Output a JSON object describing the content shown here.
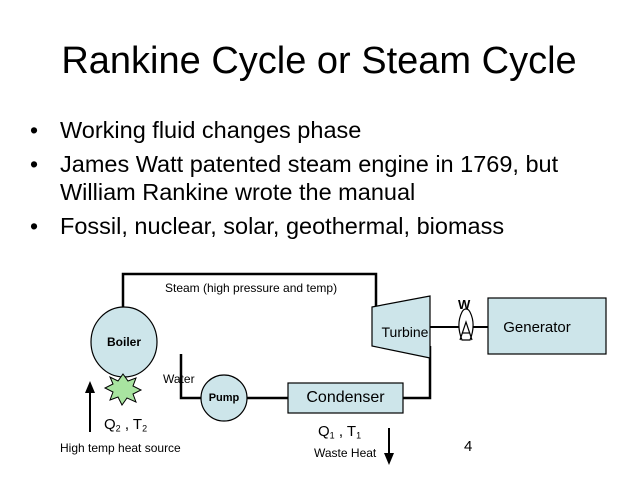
{
  "slide": {
    "title": "Rankine Cycle or Steam Cycle",
    "bullets": [
      "Working fluid changes phase",
      "James Watt patented steam engine in 1769, but William Rankine wrote the manual",
      "Fossil, nuclear, solar, geothermal, biomass"
    ],
    "bullet_glyph": "•",
    "page_number": "4"
  },
  "diagram": {
    "steam_label": "Steam (high pressure and temp)",
    "water_label": "Water",
    "boiler_label": "Boiler",
    "pump_label": "Pump",
    "turbine_label": "Turbine",
    "condenser_label": "Condenser",
    "generator_label": "Generator",
    "work_label": "W",
    "heat_in": {
      "q": "Q",
      "q_sub": "2",
      "sep": " , ",
      "t": "T",
      "t_sub": "2"
    },
    "heat_in_label": "High temp heat source",
    "heat_out": {
      "q": "Q",
      "q_sub": "1",
      "sep": " , ",
      "t": "T",
      "t_sub": "1"
    },
    "heat_out_label": "Waste Heat",
    "colors": {
      "component_fill": "#cde5ea",
      "stroke": "#000000",
      "flame_fill": "#a8e4a0"
    }
  }
}
